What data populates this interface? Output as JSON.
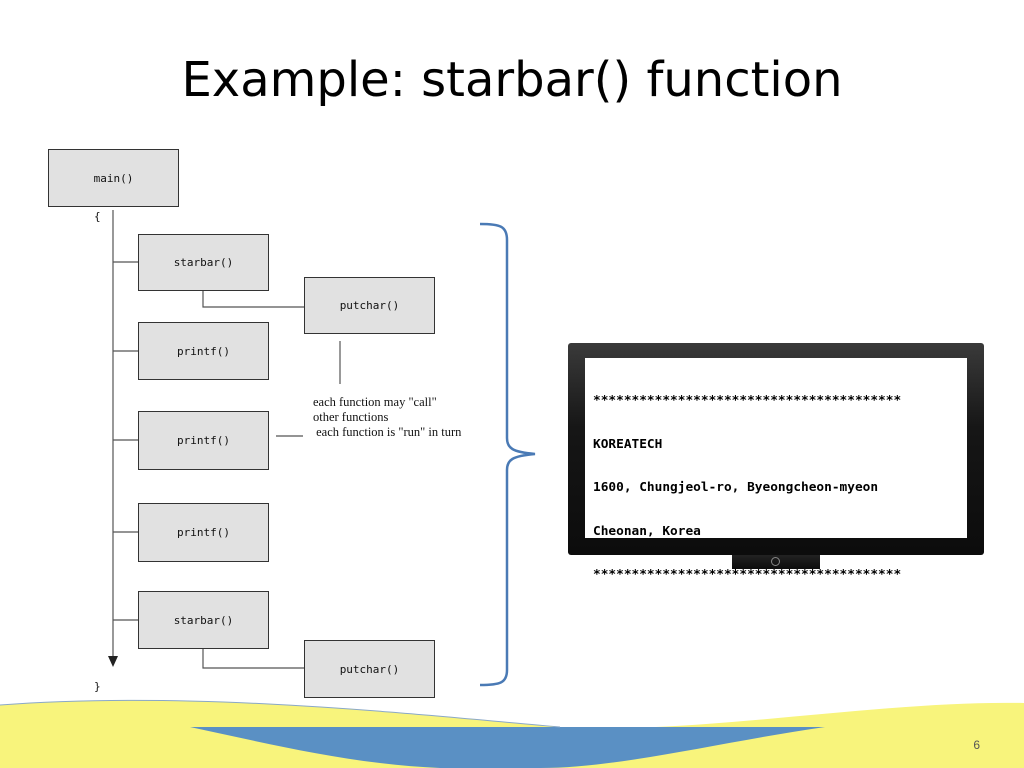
{
  "slide": {
    "title": "Example: starbar() function",
    "page_number": "6"
  },
  "diagram": {
    "main_label": "main()",
    "open_brace": "{",
    "close_brace": "}",
    "calls": [
      {
        "label": "starbar()"
      },
      {
        "label": "printf()"
      },
      {
        "label": "printf()"
      },
      {
        "label": "printf()"
      },
      {
        "label": "starbar()"
      }
    ],
    "subcalls": [
      {
        "label": "putchar()"
      },
      {
        "label": "putchar()"
      }
    ],
    "note_lines": [
      "each function may \"call\"",
      "other functions",
      " each function is \"run\" in turn"
    ]
  },
  "monitor": {
    "lines": [
      "****************************************",
      "KOREATECH",
      "1600, Chungjeol-ro, Byeongcheon-myeon",
      "Cheonan, Korea",
      "****************************************"
    ]
  },
  "colors": {
    "bottom_yellow": "#f8f47c",
    "bottom_blue": "#5a90c4",
    "brace_blue": "#4a7ab5"
  }
}
